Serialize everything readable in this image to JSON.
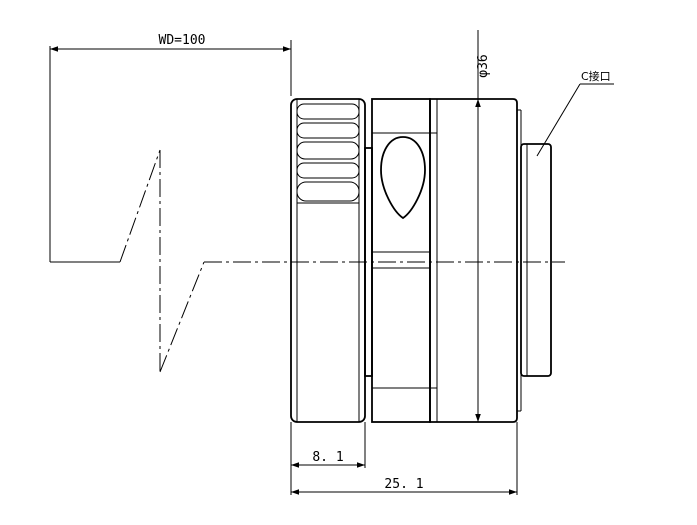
{
  "dimensions": {
    "working_distance": "WD=100",
    "diameter": "φ36",
    "front_length": "8. 1",
    "total_length": "25. 1"
  },
  "callouts": {
    "mount": "C接口"
  }
}
